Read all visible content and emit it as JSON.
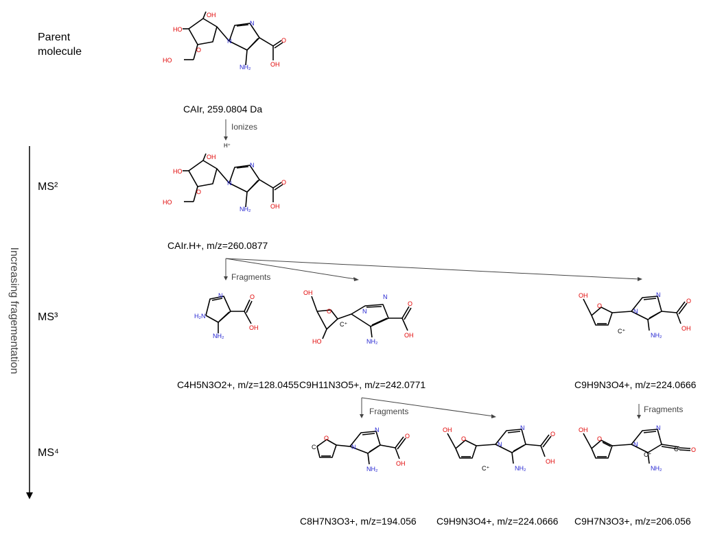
{
  "rows": {
    "parent": "Parent\nmolecule",
    "ms2": "MS²",
    "ms3": "MS³",
    "ms4": "MS⁴"
  },
  "axis_label": "Increasing fragementation",
  "edges": {
    "ionizes": "Ionizes",
    "h_plus": "H⁺",
    "fragments": "Fragments"
  },
  "nodes": {
    "parent": "CAIr, 259.0804 Da",
    "ms2": "CAIr.H+, m/z=260.0877",
    "ms3_a": "C4H5N3O2+, m/z=128.0455",
    "ms3_b": "C9H11N3O5+, m/z=242.0771",
    "ms3_c": "C9H9N3O4+, m/z=224.0666",
    "ms4_a": "C8H7N3O3+, m/z=194.056",
    "ms4_b": "C9H9N3O4+, m/z=224.0666",
    "ms4_c": "C9H7N3O3+, m/z=206.056"
  },
  "atoms": {
    "oh": "OH",
    "ho": "HO",
    "o": "O",
    "n": "N",
    "nh2": "NH₂",
    "h2n": "H₂N",
    "cplus": "C⁺",
    "c": "C"
  },
  "colors": {
    "oxygen": "#e00000",
    "nitrogen": "#1f1fd0",
    "bond": "#000000",
    "arrow": "#444444"
  }
}
